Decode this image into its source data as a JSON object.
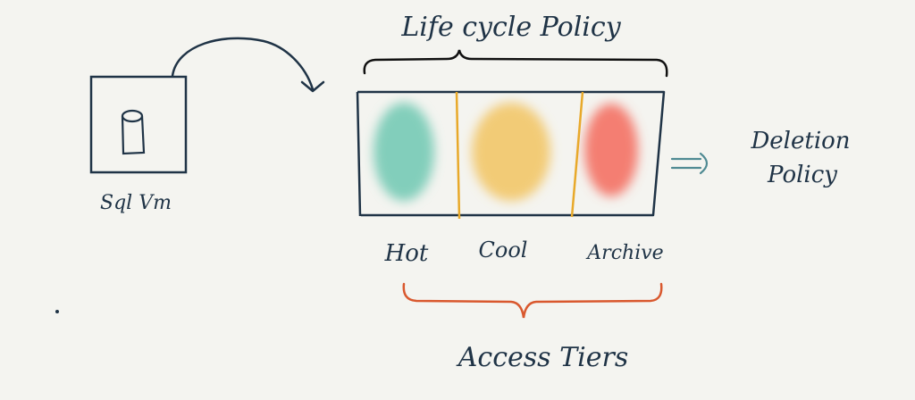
{
  "title": "Life cycle Policy",
  "vm_label": "Sql Vm",
  "tiers": [
    {
      "label": "Hot",
      "color": "#e8a92a",
      "blob": "#6fc8b2"
    },
    {
      "label": "Cool",
      "color": "#2a3f52",
      "blob": "#f2c462"
    },
    {
      "label": "Archive",
      "color": "#4f7083",
      "blob": "#f56a5c"
    }
  ],
  "deletion_label_line1": "Deletion",
  "deletion_label_line2": "Policy",
  "access_tiers_label": "Access Tiers",
  "colors": {
    "ink": "#1f3346",
    "divider": "#e8a92a",
    "arrow_teal": "#4f8a93",
    "access_tiers": "#d9582e"
  }
}
